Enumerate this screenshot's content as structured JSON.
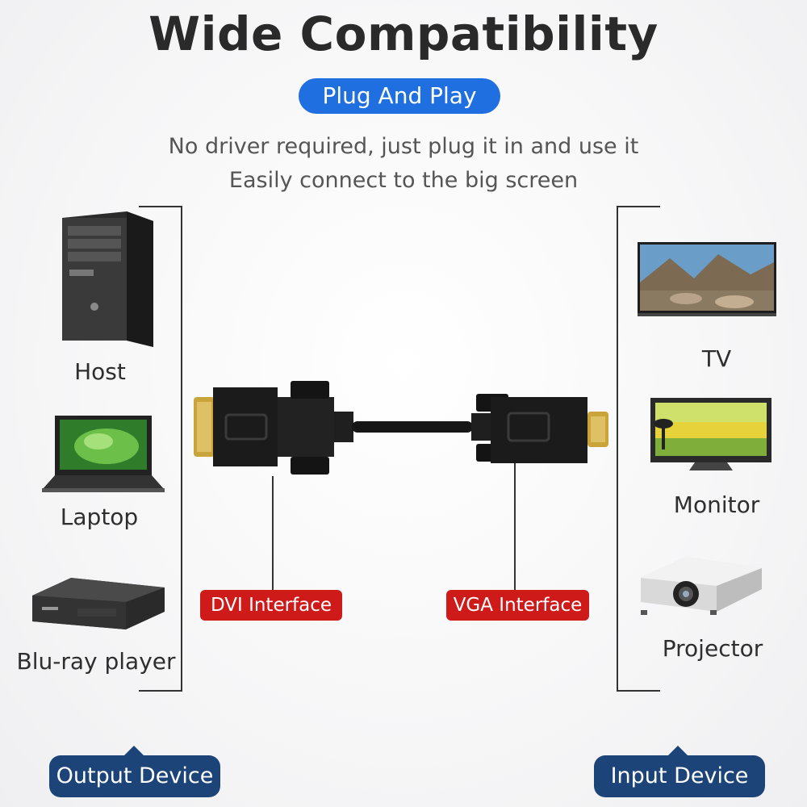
{
  "header": {
    "title": "Wide Compatibility",
    "badge": "Plug And Play",
    "line1": "No driver required, just plug it in and use it",
    "line2": "Easily connect to the big screen"
  },
  "output_devices": [
    {
      "label": "Host",
      "icon": "desktop-tower-icon"
    },
    {
      "label": "Laptop",
      "icon": "laptop-icon"
    },
    {
      "label": "Blu-ray player",
      "icon": "bluray-player-icon"
    }
  ],
  "input_devices": [
    {
      "label": "TV",
      "icon": "tv-icon"
    },
    {
      "label": "Monitor",
      "icon": "monitor-icon"
    },
    {
      "label": "Projector",
      "icon": "projector-icon"
    }
  ],
  "interfaces": {
    "dvi": "DVI Interface",
    "vga": "VGA Interface"
  },
  "footer": {
    "output": "Output Device",
    "input": "Input Device"
  },
  "colors": {
    "badge_blue": "#1f6fe0",
    "tag_red": "#cf1a1a",
    "footer_navy": "#1c4479"
  }
}
